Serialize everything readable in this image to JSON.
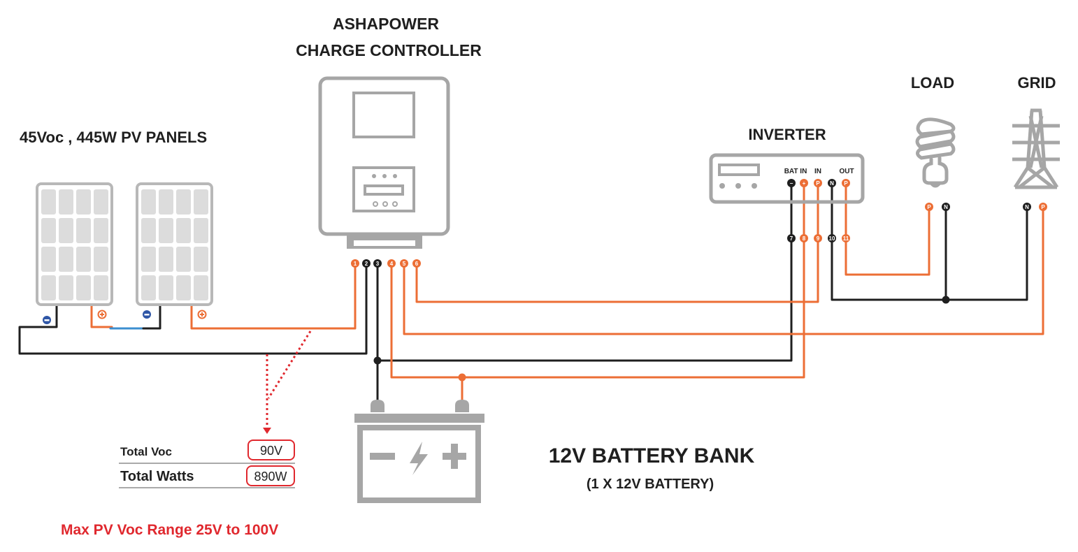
{
  "controller": {
    "title_line1": "ASHAPOWER",
    "title_line2": "CHARGE CONTROLLER",
    "terminals": [
      "1",
      "2",
      "3",
      "4",
      "5",
      "6"
    ]
  },
  "pv": {
    "title": "45Voc , 445W PV PANELS",
    "panel_count": 2,
    "neg_symbol": "−",
    "pos_symbol": "+"
  },
  "inverter": {
    "title": "INVERTER",
    "port_labels": {
      "bat_in": "BAT IN",
      "in": "IN",
      "out": "OUT"
    },
    "ports": [
      "−",
      "+",
      "P",
      "N",
      "P"
    ],
    "terminals": [
      "7",
      "8",
      "9",
      "10",
      "11"
    ]
  },
  "load": {
    "title": "LOAD",
    "terminals": [
      "P",
      "N"
    ]
  },
  "grid": {
    "title": "GRID",
    "terminals": [
      "N",
      "P"
    ]
  },
  "battery": {
    "title": "12V BATTERY BANK",
    "subtitle": "(1 X 12V  BATTERY)"
  },
  "totals": {
    "voc_label": "Total Voc",
    "voc_value": "90V",
    "watts_label": "Total Watts",
    "watts_value": "890W"
  },
  "note": "Max PV Voc Range 25V to 100V",
  "colors": {
    "positive_wire": "#ec6e35",
    "negative_wire": "#1f1f1f",
    "series_link": "#3c8fd0",
    "device_gray": "#a6a6a6",
    "accent_red": "#e0282e",
    "neg_terminal": "#2f56a6"
  }
}
